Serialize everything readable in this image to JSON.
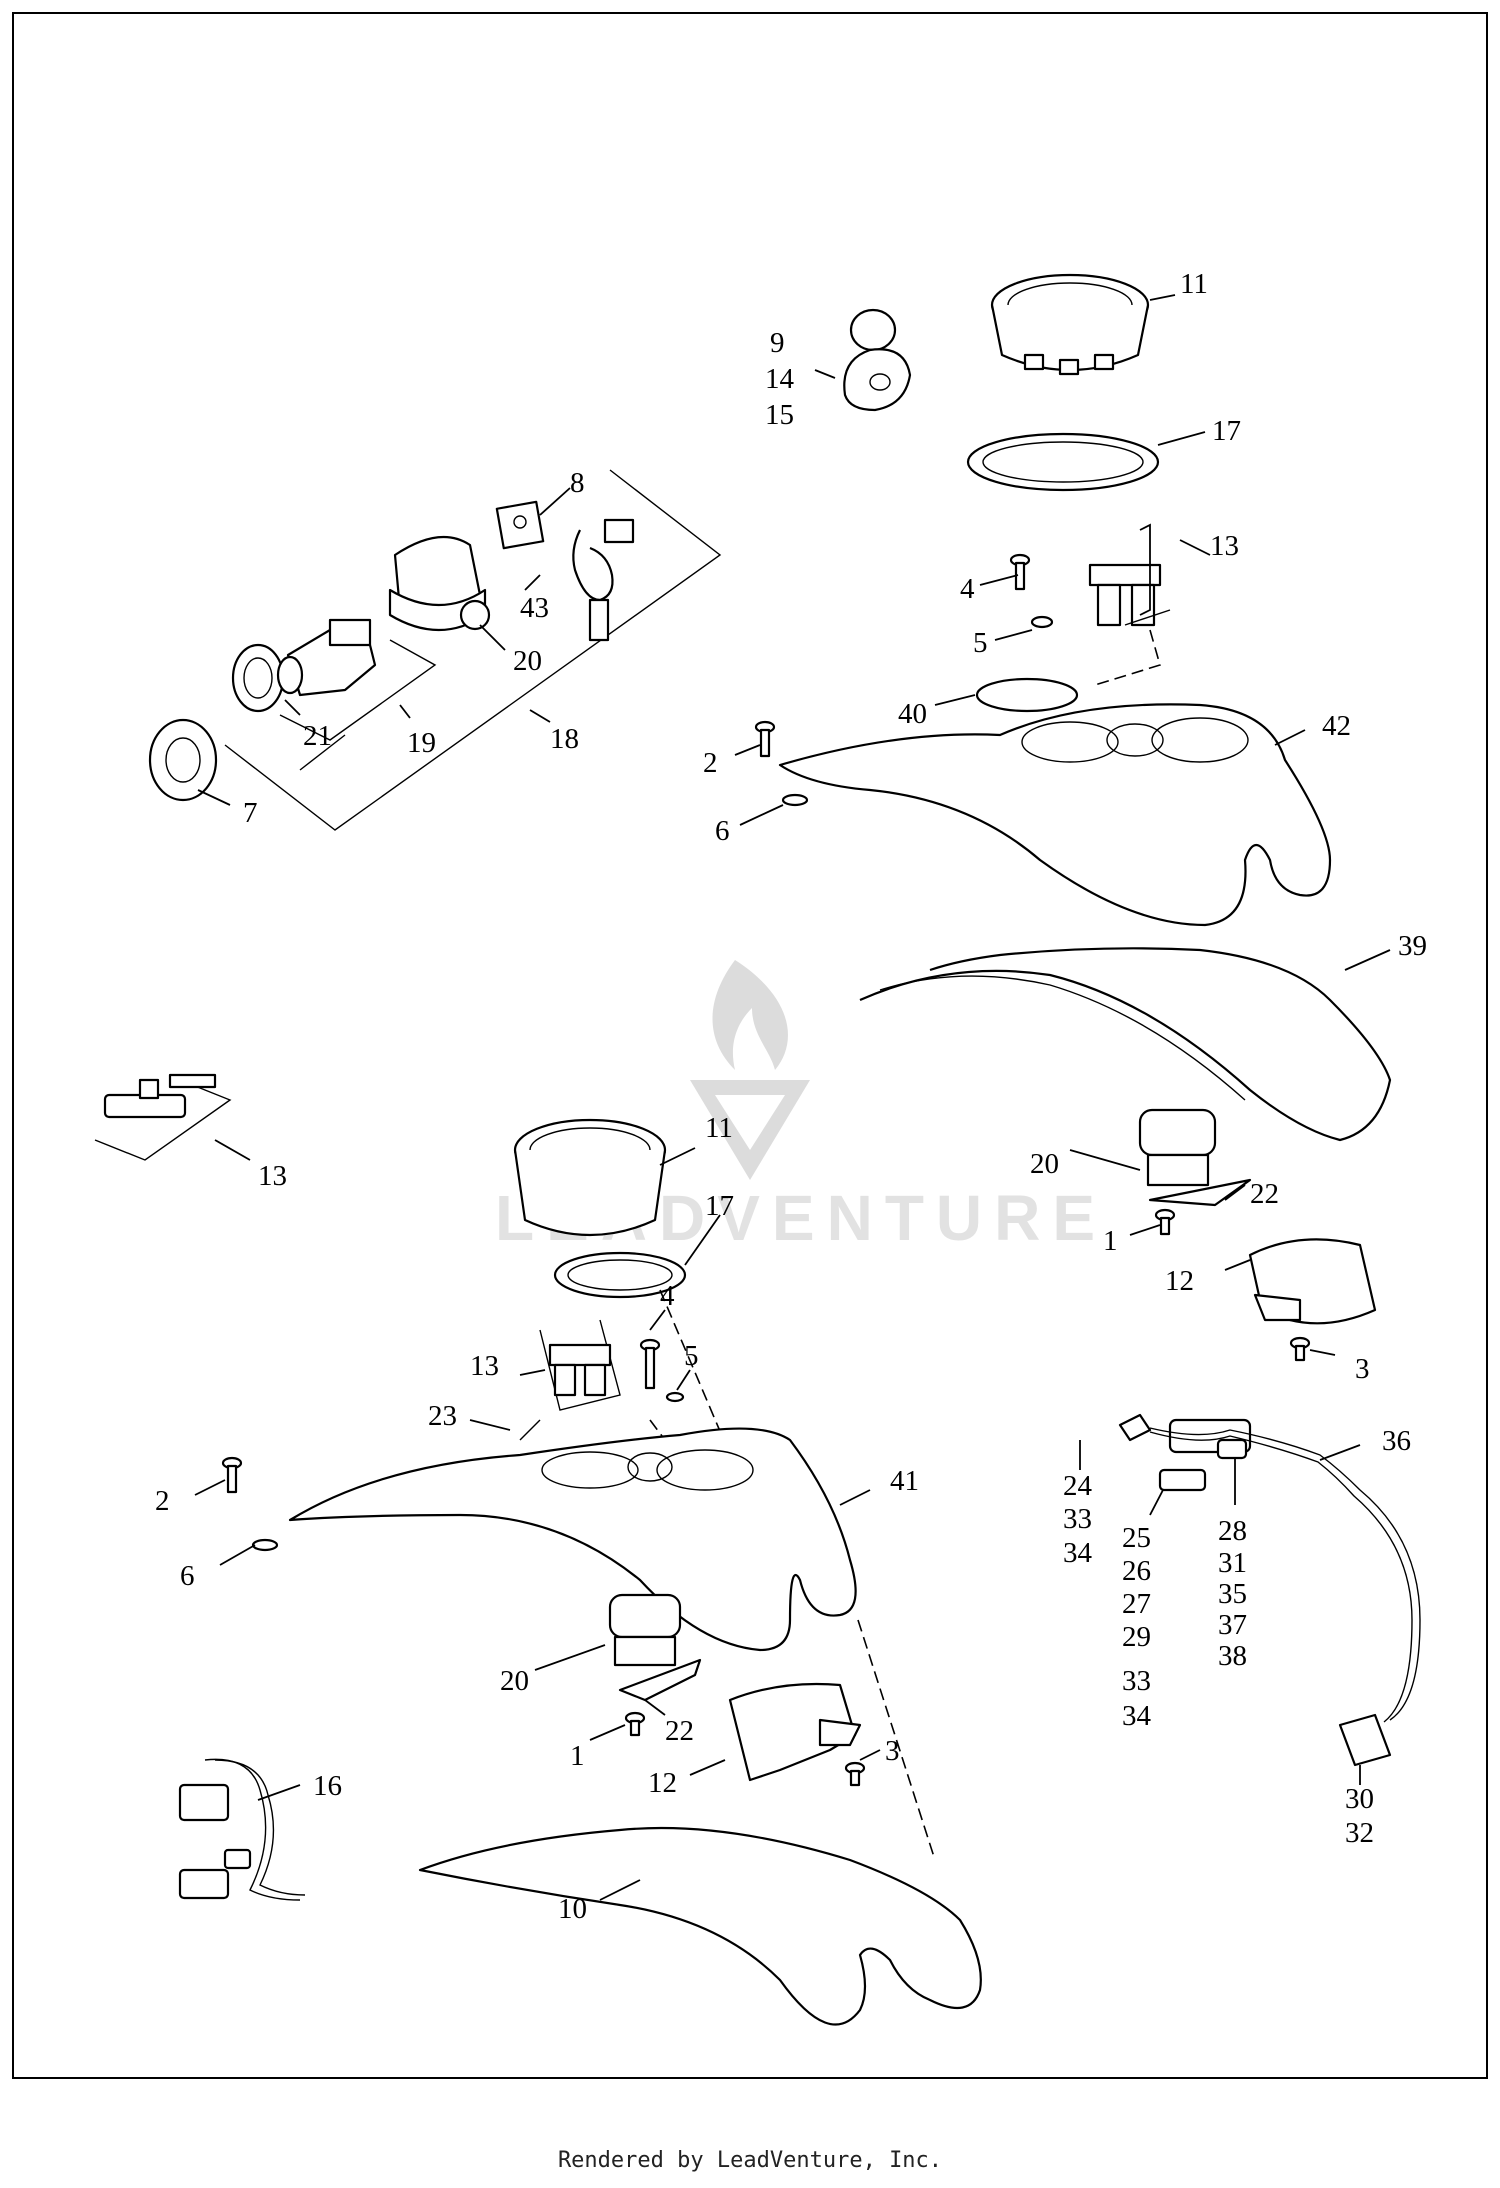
{
  "watermark": {
    "text": "LEADVENTURE"
  },
  "footer": {
    "text": "Rendered by LeadVenture, Inc."
  },
  "callouts": {
    "c1a": "1",
    "c1b": "1",
    "c2a": "2",
    "c2b": "2",
    "c3a": "3",
    "c3b": "3",
    "c4a": "4",
    "c4b": "4",
    "c5a": "5",
    "c5b": "5",
    "c6a": "6",
    "c6b": "6",
    "c7": "7",
    "c8": "8",
    "c9": "9",
    "c10": "10",
    "c11a": "11",
    "c11b": "11",
    "c12a": "12",
    "c12b": "12",
    "c13a": "13",
    "c13b": "13",
    "c13c": "13",
    "c14": "14",
    "c15": "15",
    "c16": "16",
    "c17a": "17",
    "c17b": "17",
    "c18": "18",
    "c19": "19",
    "c20a": "20",
    "c20b": "20",
    "c20c": "20",
    "c21": "21",
    "c22a": "22",
    "c22b": "22",
    "c23": "23",
    "c24": "24",
    "c25": "25",
    "c26": "26",
    "c27": "27",
    "c28": "28",
    "c29": "29",
    "c30": "30",
    "c31": "31",
    "c32": "32",
    "c33a": "33",
    "c33b": "33",
    "c34a": "34",
    "c34b": "34",
    "c35": "35",
    "c36": "36",
    "c37": "37",
    "c38": "38",
    "c39": "39",
    "c40": "40",
    "c41": "41",
    "c42": "42",
    "c43": "43"
  }
}
